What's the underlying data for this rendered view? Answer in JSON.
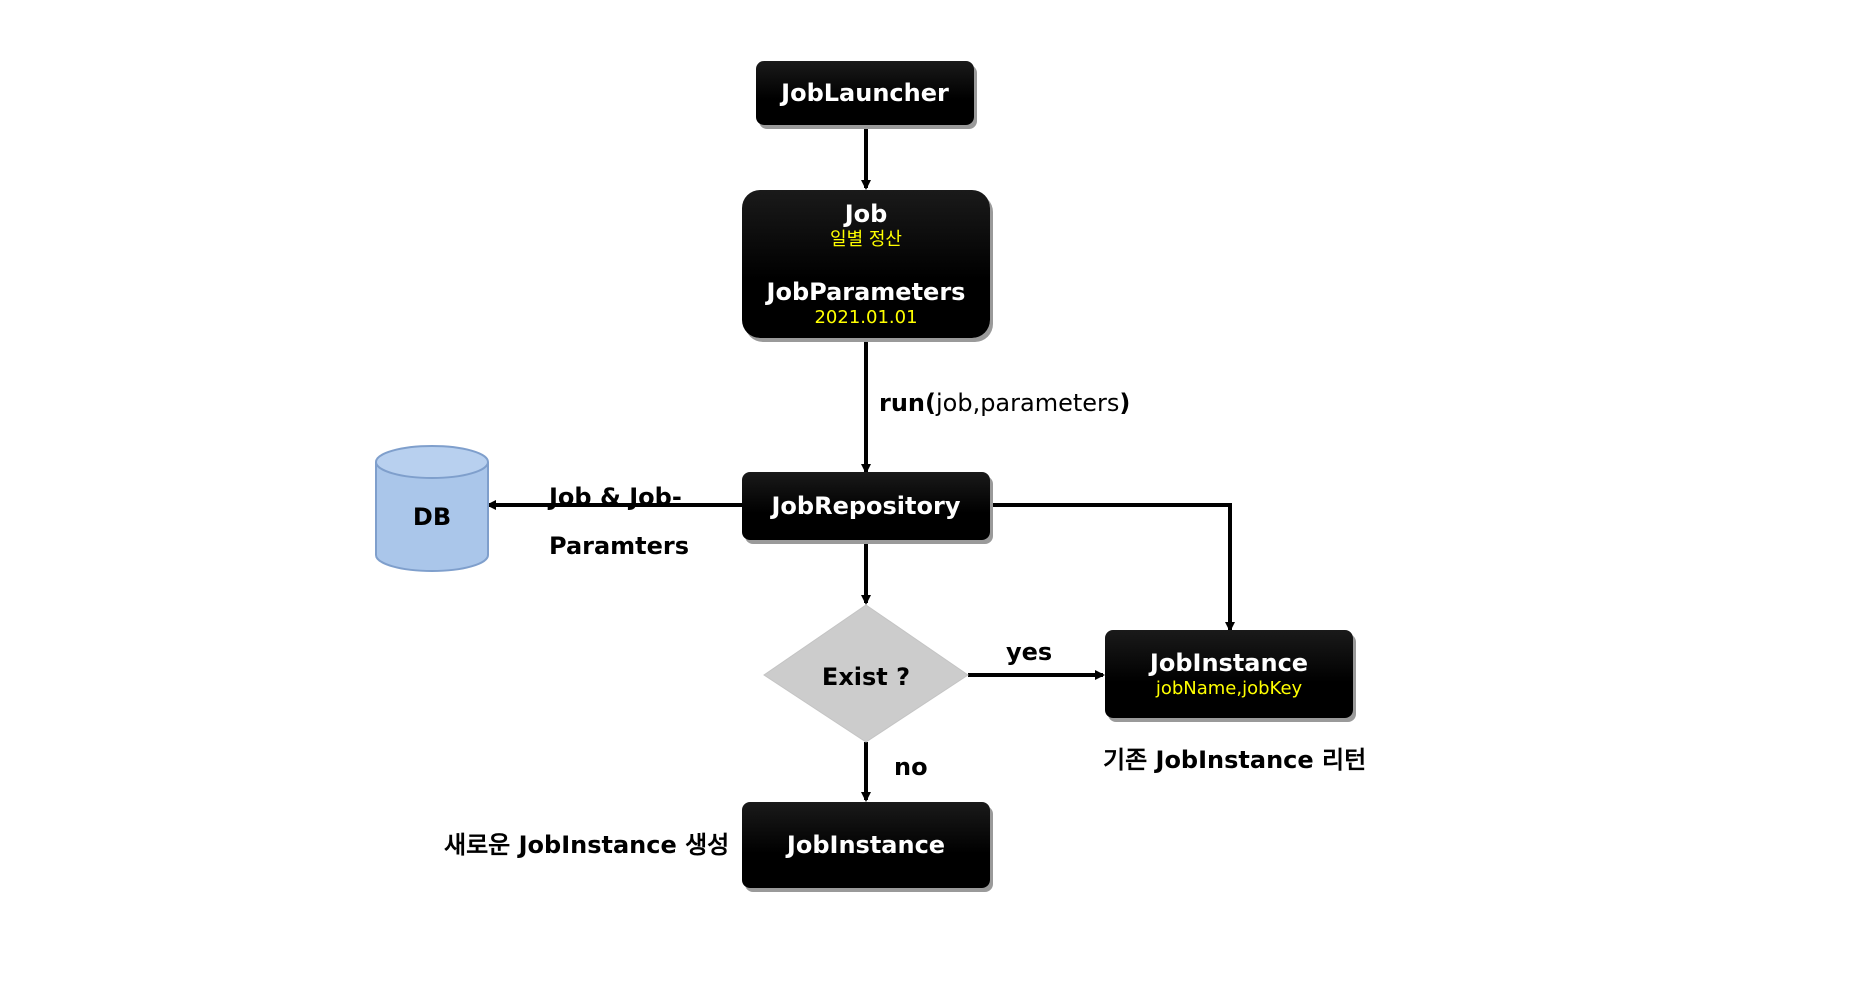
{
  "nodes": {
    "job_launcher": {
      "label": "JobLauncher"
    },
    "job": {
      "label": "Job",
      "sub": "일별 정산",
      "params_label": "JobParameters",
      "params_sub": "2021.01.01"
    },
    "job_repository": {
      "label": "JobRepository"
    },
    "db": {
      "label": "DB"
    },
    "decision": {
      "label": "Exist ?"
    },
    "job_instance_existing": {
      "label": "JobInstance",
      "sub": "jobName,jobKey"
    },
    "job_instance_new": {
      "label": "JobInstance"
    }
  },
  "edges": {
    "run_label_bold": "run(",
    "run_label_args": "job,parameters",
    "run_label_close": ")",
    "db_label_line1": "Job & Job-",
    "db_label_line2": "Paramters",
    "yes_label": "yes",
    "no_label": "no"
  },
  "annotations": {
    "return_existing": "기존  JobInstance  리턴",
    "create_new": "새로운  JobInstance  생성"
  },
  "colors": {
    "box_fill": "#000000",
    "box_text": "#ffffff",
    "sub_text": "#ffff00",
    "db_fill": "#aac6ea",
    "db_stroke": "#7f9fcc",
    "decision_fill": "#cccccc"
  }
}
